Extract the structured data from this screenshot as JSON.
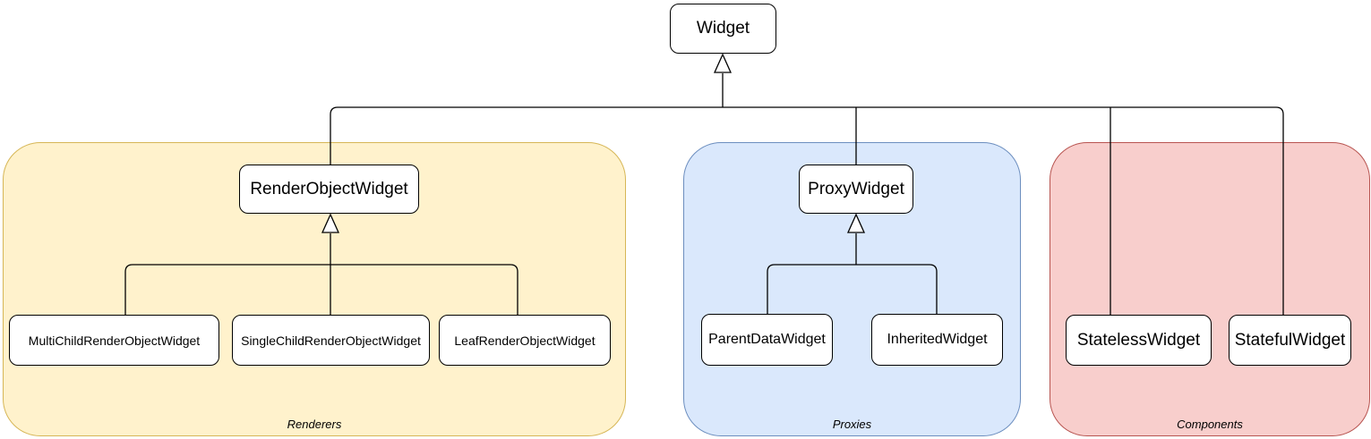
{
  "diagram": {
    "type": "uml-class-hierarchy",
    "root": {
      "label": "Widget"
    },
    "groups": [
      {
        "label": "Renderers",
        "fill": "#FFF2CC",
        "border_color": "#D6B656",
        "parent": {
          "label": "RenderObjectWidget"
        },
        "children": [
          {
            "label": "MultiChildRenderObjectWidget"
          },
          {
            "label": "SingleChildRenderObjectWidget"
          },
          {
            "label": "LeafRenderObjectWidget"
          }
        ]
      },
      {
        "label": "Proxies",
        "fill": "#DAE8FC",
        "border_color": "#6C8EBF",
        "parent": {
          "label": "ProxyWidget"
        },
        "children": [
          {
            "label": "ParentDataWidget"
          },
          {
            "label": "InheritedWidget"
          }
        ]
      },
      {
        "label": "Components",
        "fill": "#F8CECC",
        "border_color": "#B85450",
        "children": [
          {
            "label": "StatelessWidget"
          },
          {
            "label": "StatefulWidget"
          }
        ]
      }
    ],
    "node_style": {
      "fill": "#FFFFFF",
      "border_color": "#000000",
      "text_color": "#000000"
    },
    "edge_style": {
      "line_color": "#000000",
      "arrow": "hollow-triangle-inheritance"
    }
  }
}
